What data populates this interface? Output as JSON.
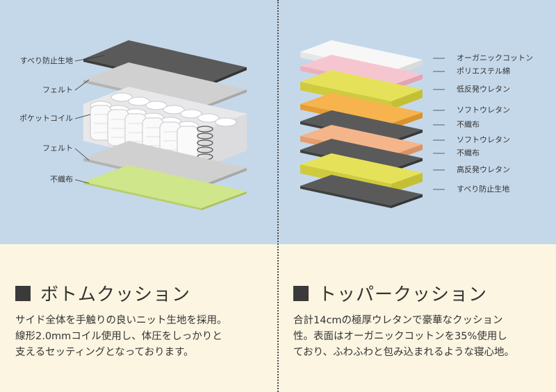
{
  "bottom": {
    "title": "ボトムクッション",
    "labels": [
      "すべり防止生地",
      "フェルト",
      "ポケットコイル",
      "フェルト",
      "不織布"
    ],
    "description": [
      "サイド全体を手触りの良いニット生地を採用。",
      "線形2.0mmコイル使用し、体圧をしっかりと",
      "支えるセッティングとなっております。"
    ]
  },
  "top": {
    "title": "トッパークッション",
    "labels": [
      "オーガニックコットン",
      "ポリエステル綿",
      "低反発ウレタン",
      "ソフトウレタン",
      "不織布",
      "ソフトウレタン",
      "不織布",
      "高反発ウレタン",
      "すべり防止生地"
    ],
    "description": [
      "合計14cmの極厚ウレタンで豪華なクッション",
      "性。表面はオーガニックコットンを35%使用し",
      "ており、ふわふわと包み込まれるような寝心地。"
    ]
  },
  "colors": {
    "top_band": "#c5d8ea",
    "bottom_band": "#fbf5e1",
    "dark_grey": "#5a5a5a",
    "light_grey": "#d0d0d0",
    "lime": "#cfe68a",
    "white": "#f7f7f7",
    "pink": "#f6c6d0",
    "yellow": "#e5e25a",
    "orange": "#f7b34d",
    "peach": "#f4b58a"
  }
}
